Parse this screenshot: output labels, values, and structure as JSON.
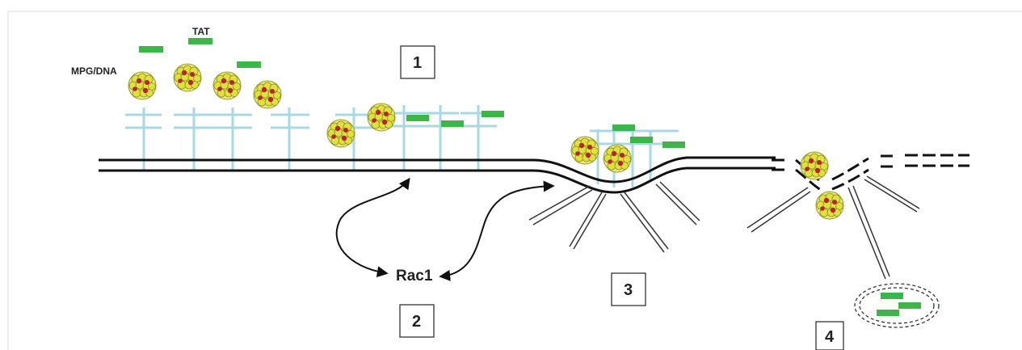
{
  "labels": {
    "tat": "TAT",
    "mpg_dna": "MPG/DNA",
    "rac1": "Rac1"
  },
  "steps": [
    "1",
    "2",
    "3",
    "4"
  ],
  "colors": {
    "peptide_green": "#3db54a",
    "receptor_blue": "#a9d8e0",
    "particle_yellow": "#dfe23a",
    "particle_red": "#b3262b",
    "membrane": "#111111"
  }
}
